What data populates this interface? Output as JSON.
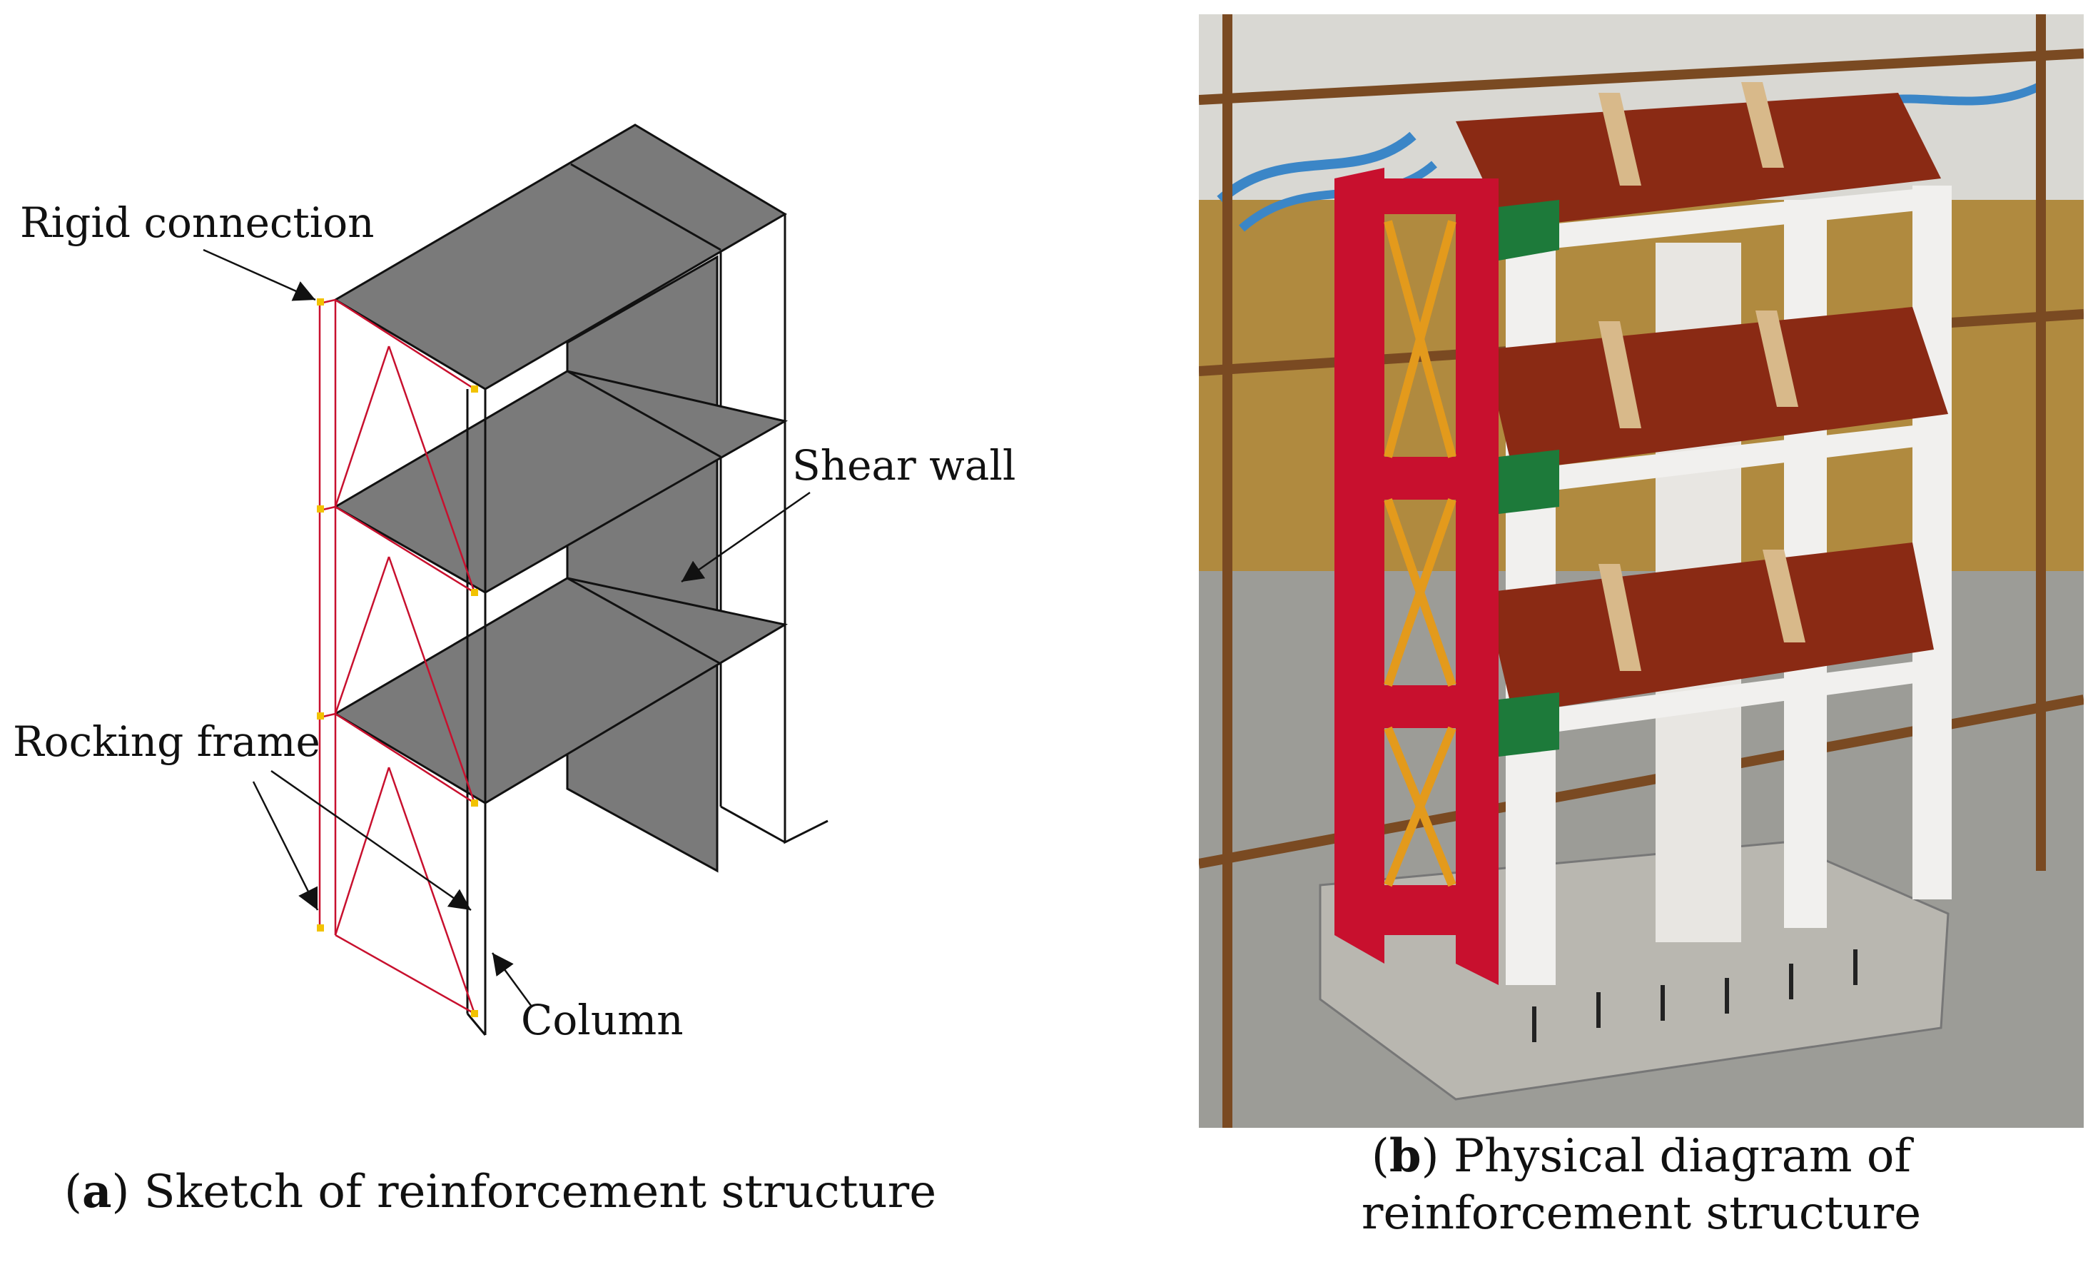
{
  "panel_a": {
    "labels": {
      "rigid_connection": "Rigid connection",
      "shear_wall": "Shear wall",
      "rocking_frame": "Rocking frame",
      "column": "Column"
    },
    "caption": {
      "letter": "a",
      "text": "Sketch of reinforcement structure"
    }
  },
  "panel_b": {
    "caption": {
      "letter": "b",
      "line1": "Physical diagram of",
      "line2": "reinforcement structure"
    }
  },
  "colors": {
    "slab_gray": "#7a7a7a",
    "frame_red": "#c8102e",
    "connection_yellow": "#f2c200",
    "steel_orange": "#e39a1c",
    "plate_green": "#1d7a3a",
    "formwork_brown": "#8a2a14",
    "concrete_white": "#f1f0ee"
  }
}
